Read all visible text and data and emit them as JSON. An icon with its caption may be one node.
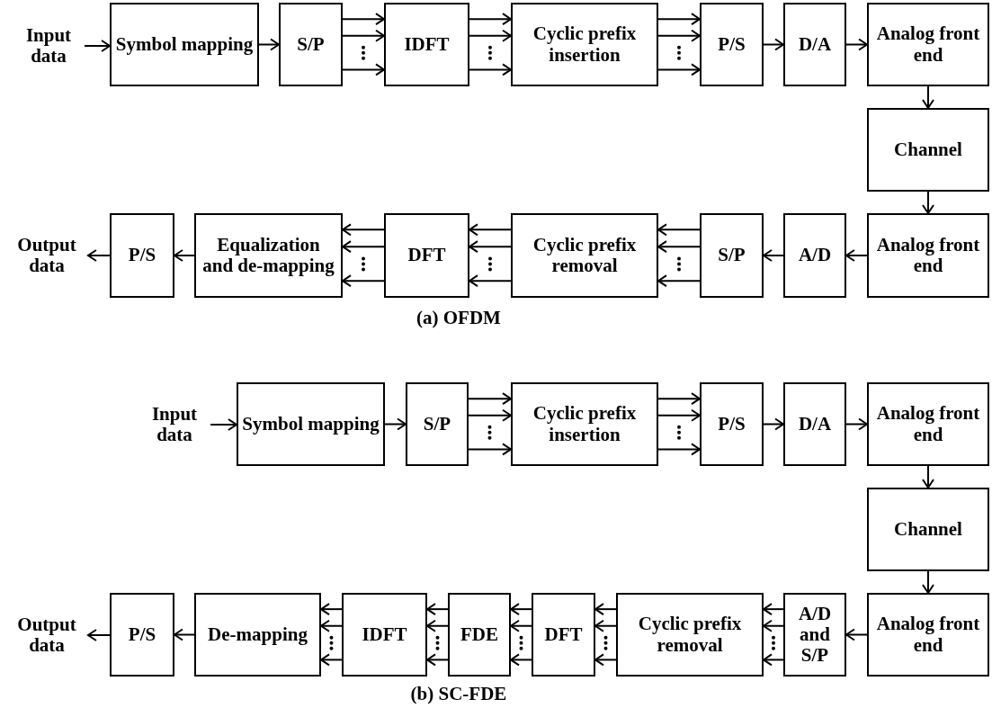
{
  "diagram": {
    "nodes": [
      {
        "text": [
          "Input data"
        ]
      },
      {
        "text": [
          "Symbol mapping"
        ]
      },
      {
        "text": [
          "S/P"
        ]
      },
      {
        "text": [
          "IDFT"
        ]
      },
      {
        "text": [
          "Cyclic prefix insertion"
        ]
      },
      {
        "text": [
          "P/S"
        ]
      },
      {
        "text": [
          "D/A"
        ]
      },
      {
        "text": [
          "Analog front end"
        ]
      },
      {
        "text": [
          "Channel"
        ]
      },
      {
        "text": [
          "Output data"
        ]
      },
      {
        "text": [
          "P/S"
        ]
      },
      {
        "text": [
          "Equalization and de-mapping"
        ]
      },
      {
        "text": [
          "DFT"
        ]
      },
      {
        "text": [
          "Cyclic prefix removal"
        ]
      },
      {
        "text": [
          "S/P"
        ]
      },
      {
        "text": [
          "A/D"
        ]
      },
      {
        "text": [
          "Analog front end"
        ]
      },
      {
        "text": [
          "Input data"
        ]
      },
      {
        "text": [
          "Symbol mapping"
        ]
      },
      {
        "text": [
          "S/P"
        ]
      },
      {
        "text": [
          "Cyclic prefix insertion"
        ]
      },
      {
        "text": [
          "P/S"
        ]
      },
      {
        "text": [
          "D/A"
        ]
      },
      {
        "text": [
          "Analog front end"
        ]
      },
      {
        "text": [
          "Channel"
        ]
      },
      {
        "text": [
          "Output data"
        ]
      },
      {
        "text": [
          "P/S"
        ]
      },
      {
        "text": [
          "De-mapping"
        ]
      },
      {
        "text": [
          "IDFT"
        ]
      },
      {
        "text": [
          "FDE"
        ]
      },
      {
        "text": [
          "DFT"
        ]
      },
      {
        "text": [
          "Cyclic prefix removal"
        ]
      },
      {
        "text": [
          "A/D and S/P"
        ]
      },
      {
        "text": [
          "Analog front end"
        ]
      }
    ],
    "edges": [
      {
        "from": 0,
        "to": 1,
        "arrow": "to"
      },
      {
        "from": 1,
        "to": 2,
        "arrow": "to"
      },
      {
        "from": 2,
        "to": 3,
        "arrow": "to"
      },
      {
        "from": 2,
        "to": 3,
        "arrow": "to"
      },
      {
        "from": 2,
        "to": 3,
        "arrow": "to"
      },
      {
        "from": 3,
        "to": 4,
        "arrow": "to"
      },
      {
        "from": 3,
        "to": 4,
        "arrow": "to"
      },
      {
        "from": 3,
        "to": 4,
        "arrow": "to"
      },
      {
        "from": 4,
        "to": 5,
        "arrow": "to"
      },
      {
        "from": 4,
        "to": 5,
        "arrow": "to"
      },
      {
        "from": 4,
        "to": 5,
        "arrow": "to"
      },
      {
        "from": 5,
        "to": 6,
        "arrow": "to"
      },
      {
        "from": 6,
        "to": 7,
        "arrow": "to"
      },
      {
        "from": 7,
        "to": 8,
        "arrow": "to"
      },
      {
        "from": 8,
        "to": 16,
        "arrow": "to"
      },
      {
        "from": 16,
        "to": 15,
        "arrow": "to"
      },
      {
        "from": 15,
        "to": 14,
        "arrow": "to"
      },
      {
        "from": 14,
        "to": 13,
        "arrow": "to"
      },
      {
        "from": 14,
        "to": 13,
        "arrow": "to"
      },
      {
        "from": 14,
        "to": 13,
        "arrow": "to"
      },
      {
        "from": 13,
        "to": 12,
        "arrow": "to"
      },
      {
        "from": 13,
        "to": 12,
        "arrow": "to"
      },
      {
        "from": 13,
        "to": 12,
        "arrow": "to"
      },
      {
        "from": 12,
        "to": 11,
        "arrow": "to"
      },
      {
        "from": 12,
        "to": 11,
        "arrow": "to"
      },
      {
        "from": 12,
        "to": 11,
        "arrow": "to"
      },
      {
        "from": 11,
        "to": 10,
        "arrow": "to"
      },
      {
        "from": 10,
        "to": 9,
        "arrow": "to"
      },
      {
        "from": 17,
        "to": 18,
        "arrow": "to"
      },
      {
        "from": 18,
        "to": 19,
        "arrow": "to"
      },
      {
        "from": 19,
        "to": 20,
        "arrow": "to"
      },
      {
        "from": 19,
        "to": 20,
        "arrow": "to"
      },
      {
        "from": 19,
        "to": 20,
        "arrow": "to"
      },
      {
        "from": 20,
        "to": 21,
        "arrow": "to"
      },
      {
        "from": 20,
        "to": 21,
        "arrow": "to"
      },
      {
        "from": 20,
        "to": 21,
        "arrow": "to"
      },
      {
        "from": 21,
        "to": 22,
        "arrow": "to"
      },
      {
        "from": 22,
        "to": 23,
        "arrow": "to"
      },
      {
        "from": 23,
        "to": 24,
        "arrow": "to"
      },
      {
        "from": 24,
        "to": 33,
        "arrow": "to"
      },
      {
        "from": 33,
        "to": 32,
        "arrow": "to"
      },
      {
        "from": 32,
        "to": 31,
        "arrow": "to"
      },
      {
        "from": 32,
        "to": 31,
        "arrow": "to"
      },
      {
        "from": 32,
        "to": 31,
        "arrow": "to"
      },
      {
        "from": 31,
        "to": 30,
        "arrow": "to"
      },
      {
        "from": 31,
        "to": 30,
        "arrow": "to"
      },
      {
        "from": 31,
        "to": 30,
        "arrow": "to"
      },
      {
        "from": 30,
        "to": 29,
        "arrow": "to"
      },
      {
        "from": 30,
        "to": 29,
        "arrow": "to"
      },
      {
        "from": 30,
        "to": 29,
        "arrow": "to"
      },
      {
        "from": 29,
        "to": 28,
        "arrow": "to"
      },
      {
        "from": 29,
        "to": 28,
        "arrow": "to"
      },
      {
        "from": 29,
        "to": 28,
        "arrow": "to"
      },
      {
        "from": 28,
        "to": 27,
        "arrow": "to"
      },
      {
        "from": 28,
        "to": 27,
        "arrow": "to"
      },
      {
        "from": 28,
        "to": 27,
        "arrow": "to"
      },
      {
        "from": 27,
        "to": 26,
        "arrow": "to"
      },
      {
        "from": 26,
        "to": 25,
        "arrow": "to"
      }
    ],
    "labels": [
      "(a) OFDM",
      "(b) SC-FDE"
    ]
  }
}
